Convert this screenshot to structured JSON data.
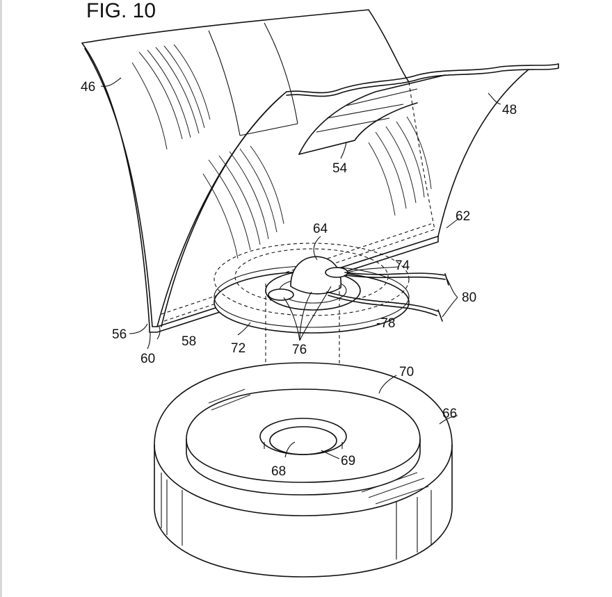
{
  "figure": {
    "title": "FIG. 10",
    "labels": {
      "r46": "46",
      "r48": "48",
      "r54": "54",
      "r56": "56",
      "r58": "58",
      "r60": "60",
      "r62": "62",
      "r64": "64",
      "r66": "66",
      "r68": "68",
      "r69": "69",
      "r70": "70",
      "r72": "72",
      "r74": "74",
      "r76": "76",
      "r78": "-78",
      "r80": "80"
    }
  }
}
